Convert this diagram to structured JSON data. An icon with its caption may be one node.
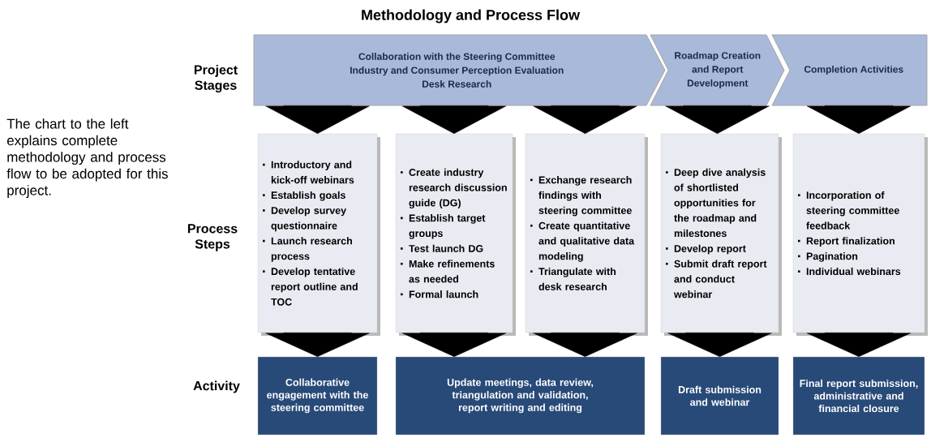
{
  "diagram": {
    "title": "Methodology and Process Flow",
    "nodes": [
      {
        "text": [
          "Collaboration with the Steering Committee",
          "Industry and Consumer Perception Evaluation",
          "Desk Research"
        ]
      },
      {
        "text": [
          "Roadmap Creation and Report Development"
        ]
      },
      {
        "text": [
          "Completion Activities"
        ]
      },
      {
        "text": [
          "Introductory and kick-off webinars",
          "Establish goals",
          "Develop survey questionnaire",
          "Launch research process",
          "Develop tentative report outline and TOC"
        ]
      },
      {
        "text": [
          "Create industry research discussion guide (DG)",
          "Establish target groups",
          "Test launch DG",
          "Make refinements as needed",
          "Formal launch"
        ]
      },
      {
        "text": [
          "Exchange research findings with steering committee",
          "Create quantitative and qualitative data modeling",
          "Triangulate with desk research"
        ]
      },
      {
        "text": [
          "Deep dive analysis of shortlisted opportunities for the roadmap and milestones",
          "Develop report",
          "Submit draft report and conduct webinar"
        ]
      },
      {
        "text": [
          "Incorporation of steering committee feedback",
          "Report finalization",
          "Pagination",
          "Individual webinars"
        ]
      },
      {
        "text": [
          "Collaborative engagement with the steering committee"
        ]
      },
      {
        "text": [
          "Update meetings, data review, triangulation and validation, report writing and editing"
        ]
      },
      {
        "text": [
          "Draft submission and webinar"
        ]
      },
      {
        "text": [
          "Final report submission, administrative and financial closure"
        ]
      }
    ],
    "edges": [
      {
        "from": 0,
        "to": 3,
        "arrow": "to"
      },
      {
        "from": 0,
        "to": 4,
        "arrow": "to"
      },
      {
        "from": 0,
        "to": 5,
        "arrow": "to"
      },
      {
        "from": 1,
        "to": 6,
        "arrow": "to"
      },
      {
        "from": 2,
        "to": 7,
        "arrow": "to"
      },
      {
        "from": 3,
        "to": 8,
        "arrow": "to"
      },
      {
        "from": 4,
        "to": 9,
        "arrow": "to"
      },
      {
        "from": 5,
        "to": 9,
        "arrow": "to"
      },
      {
        "from": 6,
        "to": 10,
        "arrow": "to"
      },
      {
        "from": 7,
        "to": 11,
        "arrow": "to"
      }
    ],
    "labels": [
      "Project Stages",
      "The chart to the left explains complete methodology and process flow to be adopted for this project.",
      "Process Steps",
      "Activity"
    ]
  }
}
